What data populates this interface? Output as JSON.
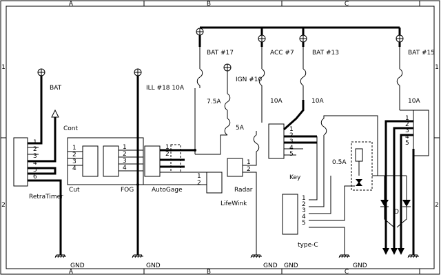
{
  "frame": {
    "columns_top": [
      "A",
      "B",
      "C"
    ],
    "columns_bottom": [
      "A",
      "B",
      "C"
    ],
    "rows_left": [
      "1",
      "2"
    ],
    "rows_right": [
      "1",
      "2"
    ]
  },
  "power_labels": {
    "bat_left": "BAT",
    "ill": "ILL #18 10A",
    "bat17": "BAT #17",
    "acc7": "ACC #7",
    "bat13": "BAT #13",
    "bat15": "BAT #15",
    "ign10": "IGN #10"
  },
  "fuses": {
    "f_7_5a": "7.5A",
    "f_5a": "5A",
    "f_acc_10a": "10A",
    "f_bat13_10a": "10A",
    "f_bat15_10a": "10A",
    "f_0_5a": "0.5A"
  },
  "components": {
    "retratimer": "RetraTimer",
    "cont": "Cont",
    "cut": "Cut",
    "fog": "FOG",
    "autogage": "AutoGage",
    "lifewink": "LifeWink",
    "radar": "Radar",
    "key": "Key",
    "typec": "type-C",
    "diode": "D"
  },
  "grounds": [
    "GND",
    "GND",
    "GND",
    "GND",
    "GND"
  ],
  "pins": {
    "retratimer": [
      "1",
      "2",
      "3",
      "4",
      "5",
      "6"
    ],
    "cut": [
      "1",
      "2",
      "3",
      "4"
    ],
    "fog": [
      "1",
      "2",
      "3",
      "4"
    ],
    "autogage": [
      "1",
      "2"
    ],
    "radar": [
      "1",
      "2"
    ],
    "key": [
      "1",
      "2",
      "3",
      "4",
      "5"
    ],
    "typec": [
      "1",
      "2",
      "3",
      "4",
      "5"
    ],
    "right_connector": [
      "1",
      "2",
      "3",
      "4",
      "5"
    ]
  }
}
